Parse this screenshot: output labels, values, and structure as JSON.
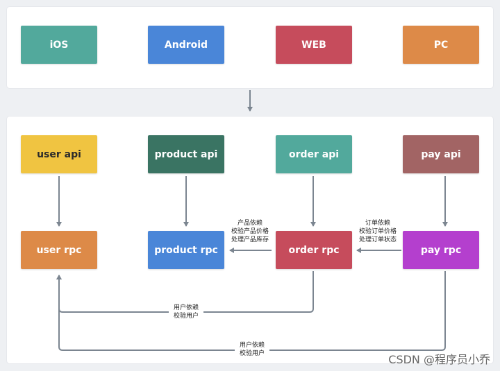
{
  "clients": {
    "ios": {
      "label": "iOS",
      "color": "#52a99c"
    },
    "android": {
      "label": "Android",
      "color": "#4a86d8"
    },
    "web": {
      "label": "WEB",
      "color": "#c64c5c"
    },
    "pc": {
      "label": "PC",
      "color": "#dd8a48"
    }
  },
  "apis": {
    "user_api": {
      "label": "user api",
      "color": "#f0c441"
    },
    "product_api": {
      "label": "product api",
      "color": "#3a7463"
    },
    "order_api": {
      "label": "order api",
      "color": "#52a99c"
    },
    "pay_api": {
      "label": "pay api",
      "color": "#a26464"
    }
  },
  "rpcs": {
    "user_rpc": {
      "label": "user rpc",
      "color": "#dd8a48"
    },
    "product_rpc": {
      "label": "product rpc",
      "color": "#4a86d8"
    },
    "order_rpc": {
      "label": "order rpc",
      "color": "#c64c5c"
    },
    "pay_rpc": {
      "label": "pay rpc",
      "color": "#b43fce"
    }
  },
  "notes": {
    "order_to_product": "产品依赖\n校验产品价格\n处理产品库存",
    "pay_to_order": "订单依赖\n校验订单价格\n处理订单状态",
    "order_to_user": "用户依赖\n校验用户",
    "pay_to_user": "用户依赖\n校验用户"
  },
  "watermark": "CSDN @程序员小乔",
  "edge_color": "#7b8590"
}
